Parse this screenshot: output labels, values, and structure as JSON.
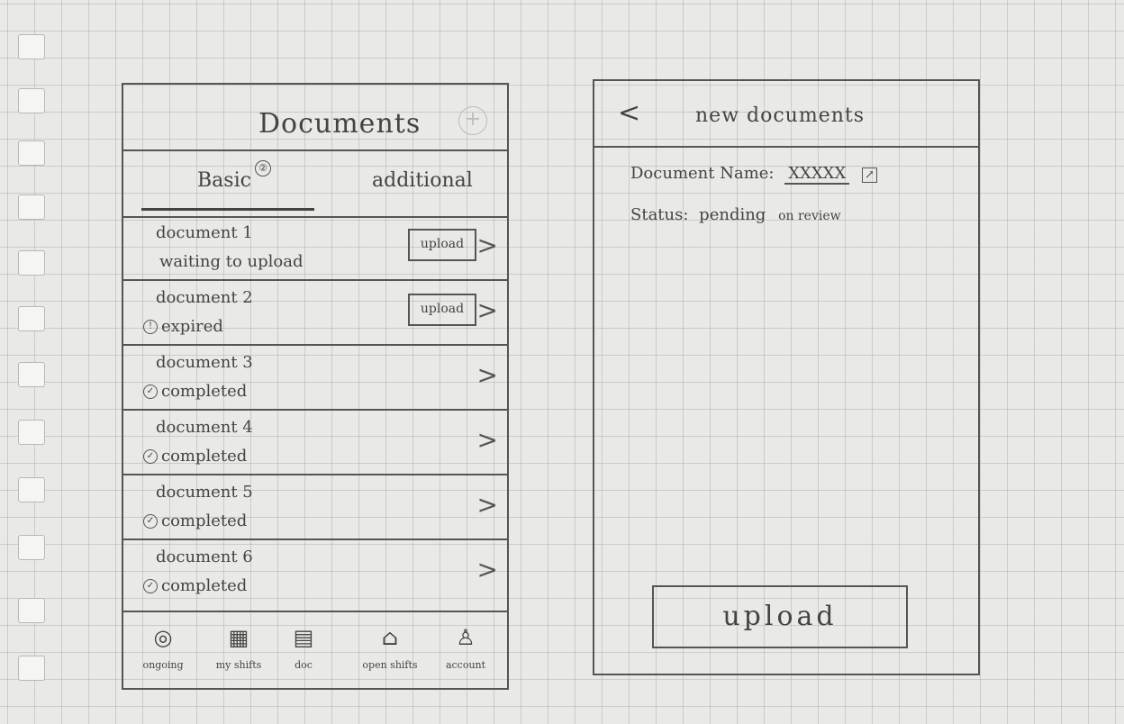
{
  "left_screen": {
    "title": "Documents",
    "tabs": [
      {
        "label": "Basic",
        "badge": "②"
      },
      {
        "label": "additional"
      }
    ],
    "documents": [
      {
        "name": "document 1",
        "status": "waiting to upload",
        "status_icon": "",
        "action": "upload"
      },
      {
        "name": "document 2",
        "status": "expired",
        "status_icon": "!",
        "action": "upload"
      },
      {
        "name": "document 3",
        "status": "completed",
        "status_icon": "✓",
        "action": ""
      },
      {
        "name": "document 4",
        "status": "completed",
        "status_icon": "✓",
        "action": ""
      },
      {
        "name": "document 5",
        "status": "completed",
        "status_icon": "✓",
        "action": ""
      },
      {
        "name": "document 6",
        "status": "completed",
        "status_icon": "✓",
        "action": ""
      }
    ],
    "nav": [
      {
        "label": "ongoing",
        "icon": "clock-icon"
      },
      {
        "label": "my shifts",
        "icon": "calendar-icon"
      },
      {
        "label": "doc",
        "icon": "document-icon"
      },
      {
        "label": "open shifts",
        "icon": "home-icon"
      },
      {
        "label": "account",
        "icon": "user-icon"
      }
    ]
  },
  "right_screen": {
    "back": "<",
    "title": "new documents",
    "name_label": "Document Name:",
    "name_value": "XXXXX",
    "status_label": "Status:",
    "status_value": "pending",
    "status_note": "on review",
    "upload_button": "upload"
  }
}
